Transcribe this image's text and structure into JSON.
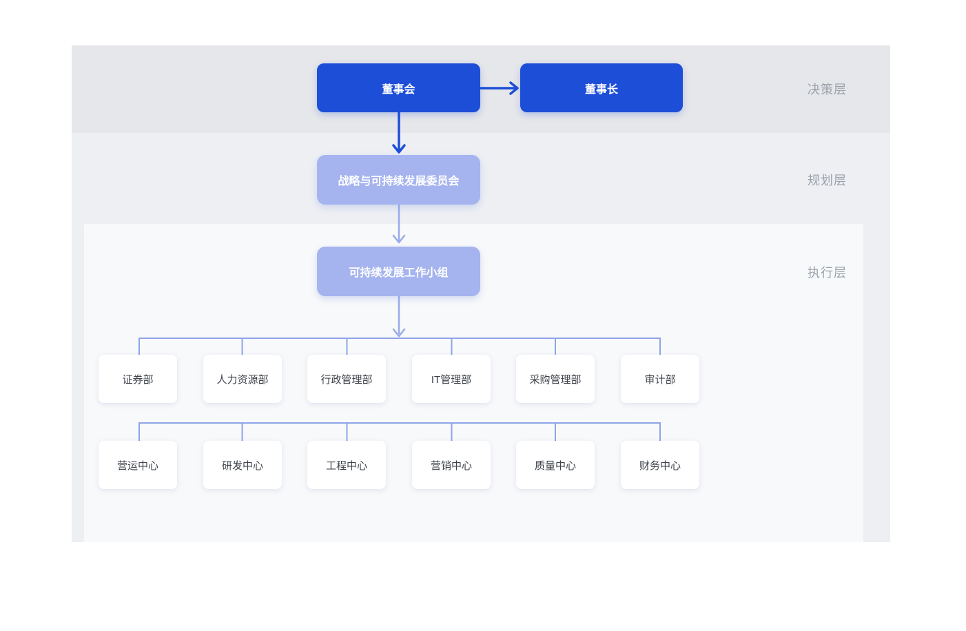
{
  "layers": [
    {
      "label": "决策层"
    },
    {
      "label": "规划层"
    },
    {
      "label": "执行层"
    }
  ],
  "nodes": {
    "board": "董事会",
    "chairman": "董事长",
    "committee": "战略与可持续发展委员会",
    "workgroup": "可持续发展工作小组"
  },
  "departments": [
    "证券部",
    "人力资源部",
    "行政管理部",
    "IT管理部",
    "采购管理部",
    "审计部"
  ],
  "centers": [
    "营运中心",
    "研发中心",
    "工程中心",
    "营销中心",
    "质量中心",
    "财务中心"
  ],
  "colors": {
    "primary_node": "#1d4ed8",
    "secondary_node": "#a5b4ee",
    "connector_light": "#8ea4e9",
    "connector_dark": "#1d4ed8",
    "band_decision": "#e6e7ea",
    "band_planning": "#edeff3",
    "band_execution": "#f8f9fa",
    "layer_label_text": "#9aa1aa",
    "card_text": "#3d4249"
  }
}
